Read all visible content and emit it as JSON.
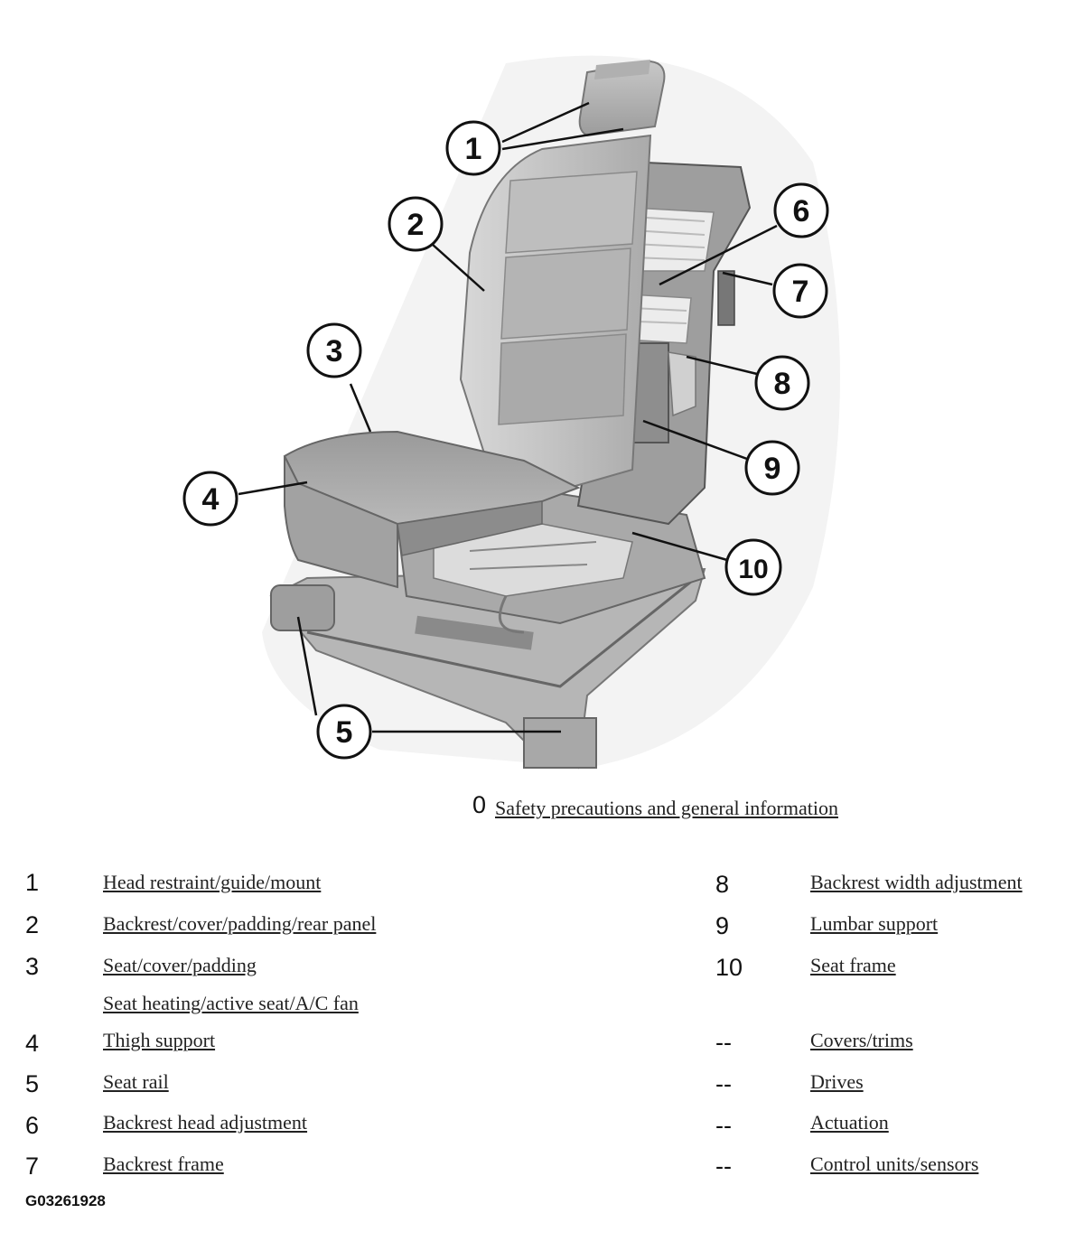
{
  "callouts": [
    "1",
    "2",
    "3",
    "4",
    "5",
    "6",
    "7",
    "8",
    "9",
    "10"
  ],
  "general": {
    "number": "0",
    "label": "Safety precautions and general information"
  },
  "legend_left": [
    {
      "num": "1",
      "label": "Head restraint/guide/mount"
    },
    {
      "num": "2",
      "label": "Backrest/cover/padding/rear panel"
    },
    {
      "num": "3",
      "label": "Seat/cover/padding"
    },
    {
      "num": "",
      "label": "Seat heating/active seat/A/C fan"
    },
    {
      "num": "4",
      "label": "Thigh support"
    },
    {
      "num": "5",
      "label": "Seat rail"
    },
    {
      "num": "6",
      "label": "Backrest head adjustment"
    },
    {
      "num": "7",
      "label": "Backrest frame"
    }
  ],
  "legend_right": [
    {
      "num": "8",
      "label": "Backrest width adjustment"
    },
    {
      "num": "9",
      "label": "Lumbar support"
    },
    {
      "num": "10",
      "label": "Seat frame"
    },
    {
      "num": "--",
      "label": "Covers/trims"
    },
    {
      "num": "--",
      "label": "Drives"
    },
    {
      "num": "--",
      "label": "Actuation"
    },
    {
      "num": "--",
      "label": "Control units/sensors"
    }
  ],
  "figure_id": "G03261928"
}
